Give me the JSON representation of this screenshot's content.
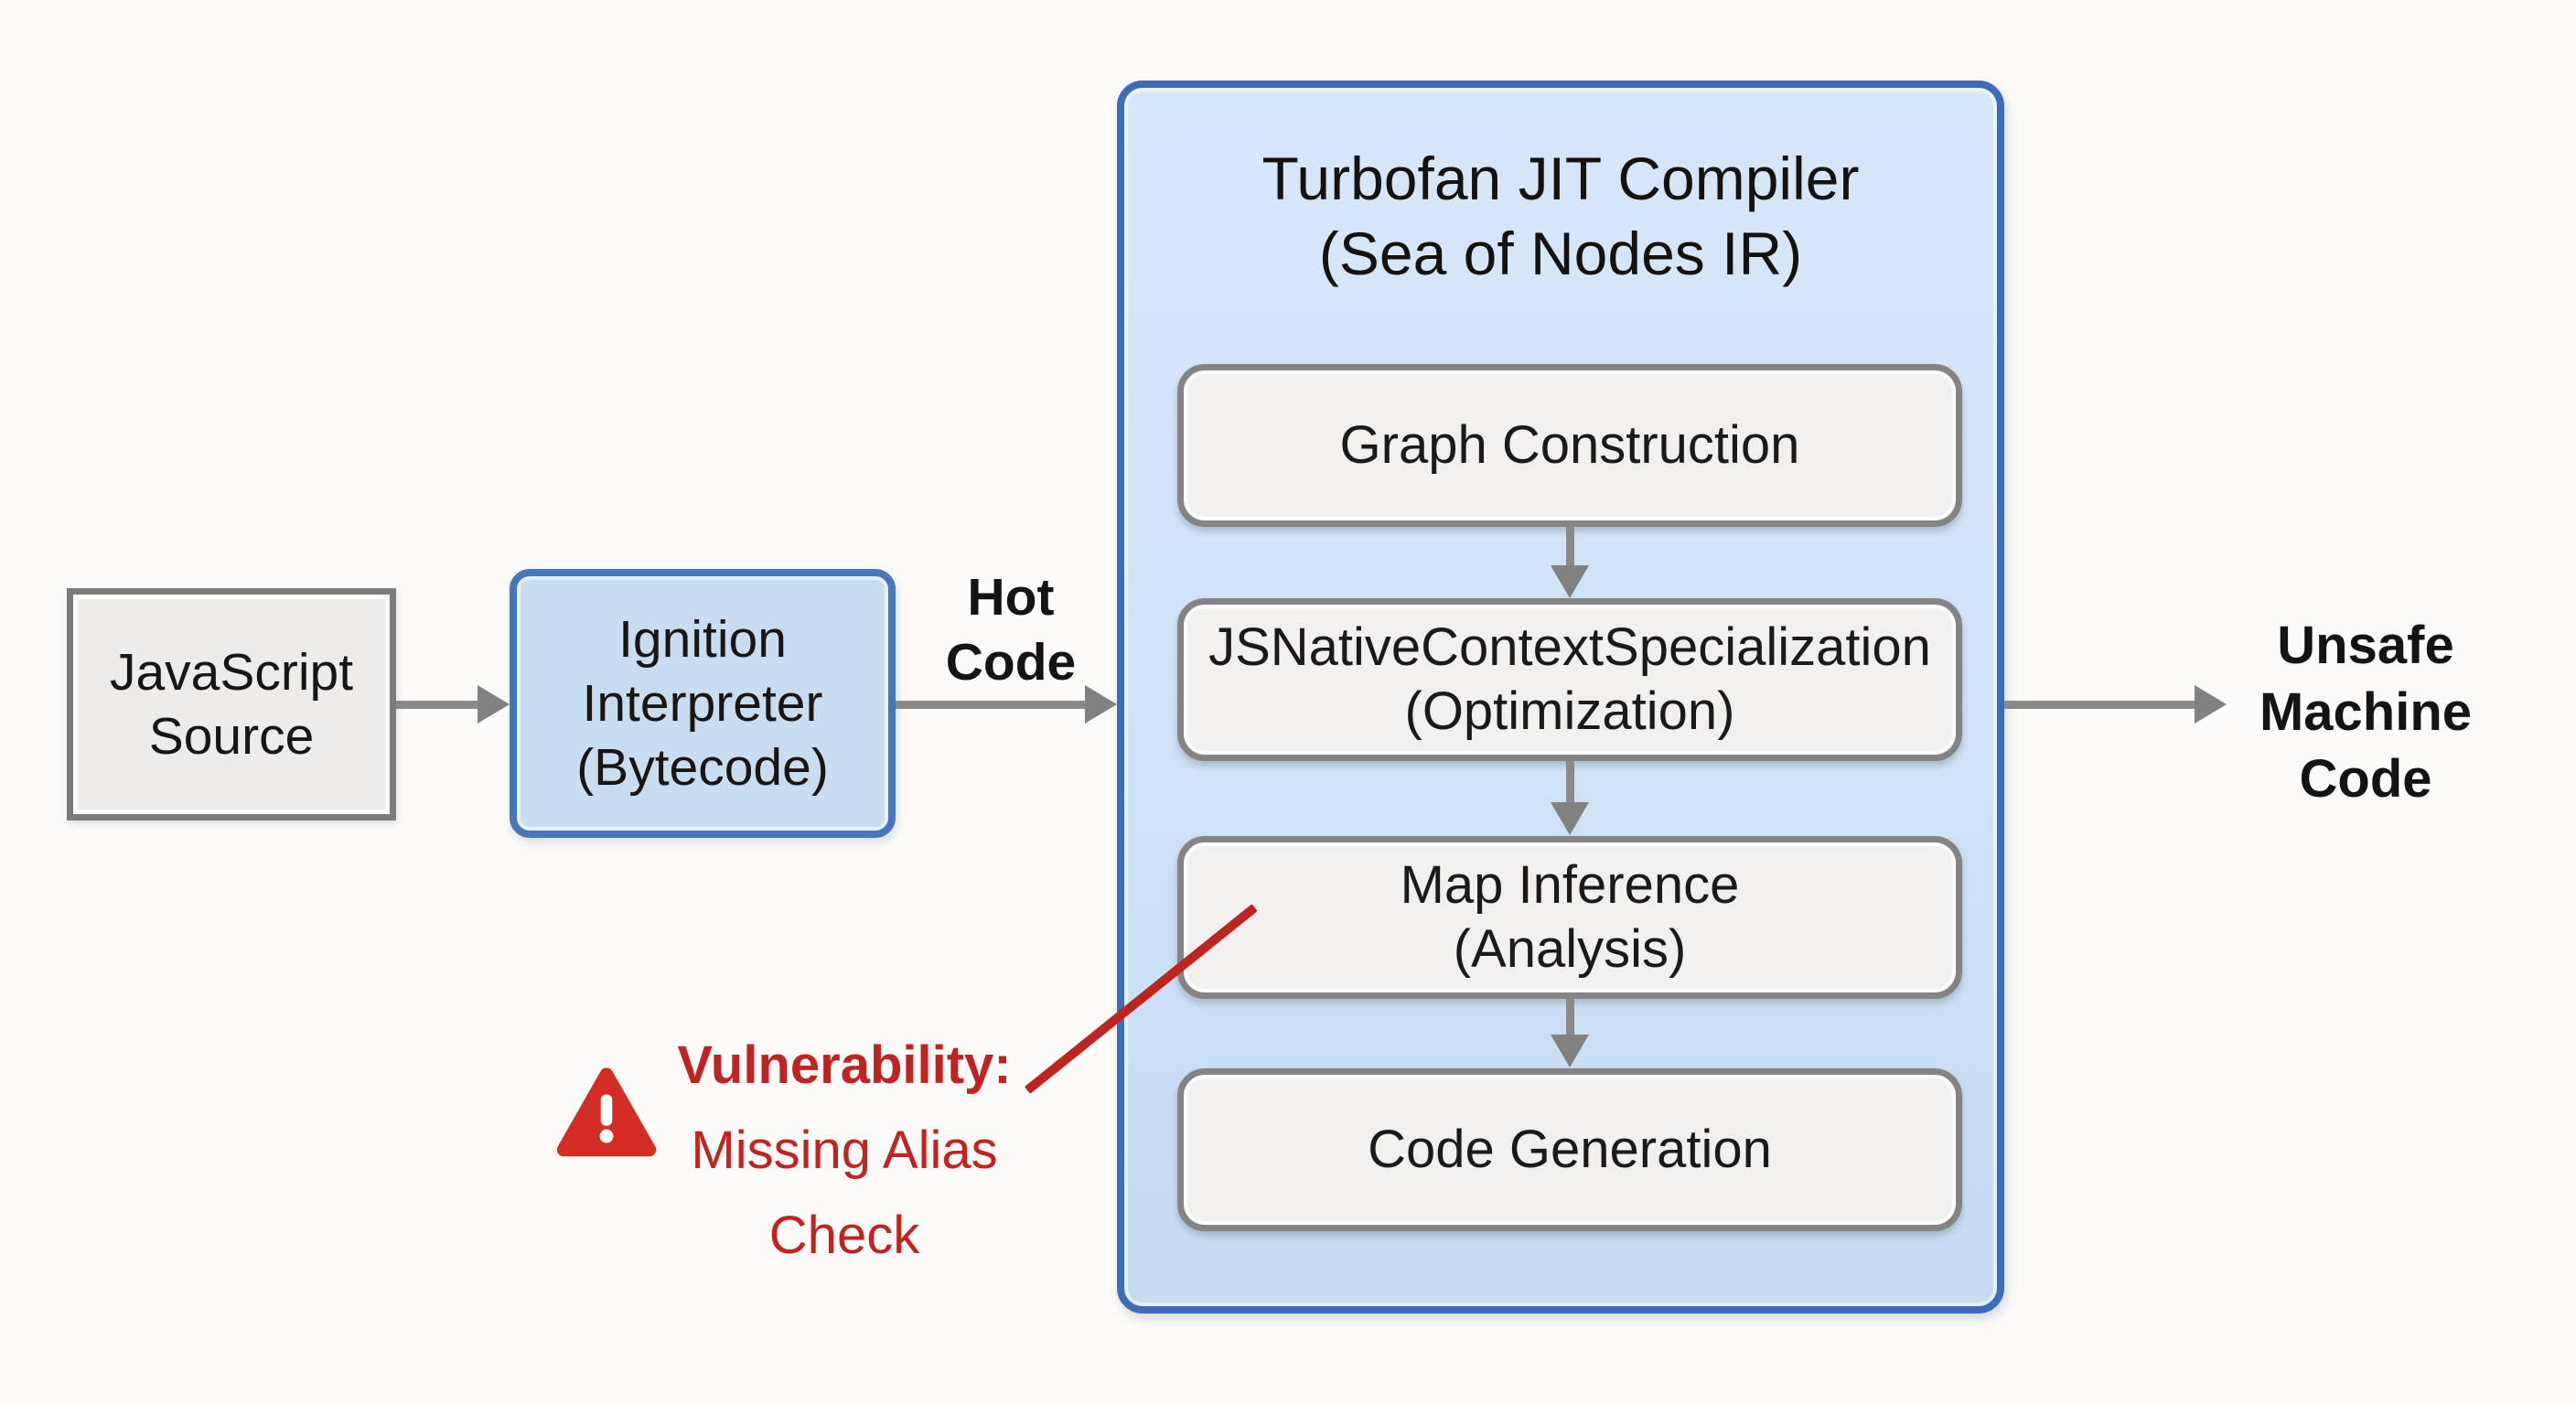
{
  "diagram": {
    "title": "V8 JIT compilation pipeline with vulnerability annotation",
    "colors": {
      "background": "#fcfbf9",
      "container_fill": "#cfe2f5",
      "container_border": "#3c6db6",
      "ignition_fill": "#c9ddf1",
      "ignition_border": "#4477bb",
      "stage_fill": "#f1f0ee",
      "stage_border": "#848484",
      "source_fill": "#edecea",
      "source_border": "#7b7b7b",
      "arrow_gray": "#8a8a8a",
      "alert_red": "#bf2420",
      "triangle_red": "#d42d23",
      "text_dark": "#161616"
    },
    "nodes": {
      "javascript_source": {
        "label": "JavaScript\nSource"
      },
      "ignition": {
        "label": "Ignition\nInterpreter\n(Bytecode)"
      },
      "turbofan": {
        "title": "Turbofan JIT Compiler\n(Sea of Nodes IR)",
        "stages": [
          {
            "label": "Graph Construction"
          },
          {
            "label": "JSNativeContextSpecialization\n(Optimization)"
          },
          {
            "label": "Map Inference\n(Analysis)"
          },
          {
            "label": "Code Generation"
          }
        ]
      },
      "unsafe_machine_code": {
        "label": "Unsafe\nMachine\nCode"
      }
    },
    "edges": {
      "hot_code_label": "Hot\nCode"
    },
    "vulnerability": {
      "heading": "Vulnerability:",
      "line2": "Missing Alias",
      "line3": "Check",
      "icon": "warning-triangle",
      "points_to": "Map Inference (Analysis)"
    }
  }
}
